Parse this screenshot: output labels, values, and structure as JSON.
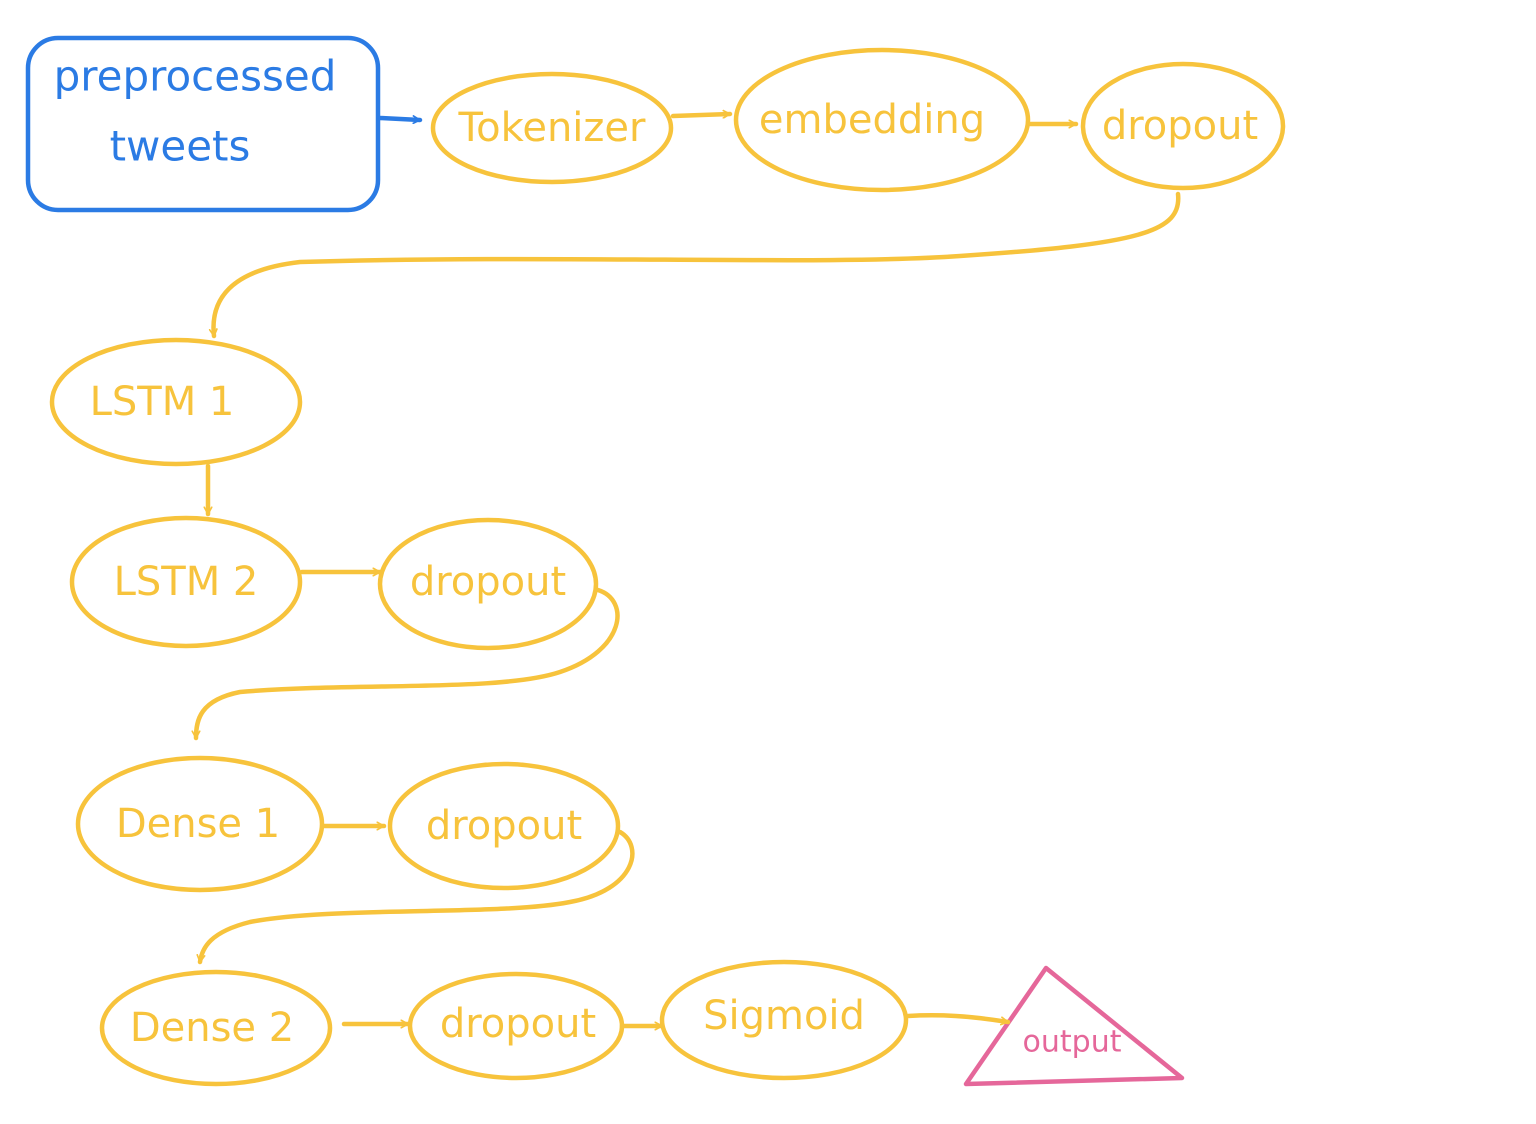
{
  "colors": {
    "input": "#2b7be4",
    "layer": "#f7c33c",
    "output": "#e5679a",
    "background": "#ffffff"
  },
  "input_node": {
    "line1": "preprocessed",
    "line2": "tweets"
  },
  "nodes": {
    "tokenizer": "Tokenizer",
    "embedding": "embedding",
    "dropout1": "dropout",
    "lstm1": "LSTM 1",
    "lstm2": "LSTM 2",
    "dropout2": "dropout",
    "dense1": "Dense 1",
    "dropout3": "dropout",
    "dense2": "Dense 2",
    "dropout4": "dropout",
    "sigmoid": "Sigmoid"
  },
  "output_node": {
    "label": "output"
  }
}
